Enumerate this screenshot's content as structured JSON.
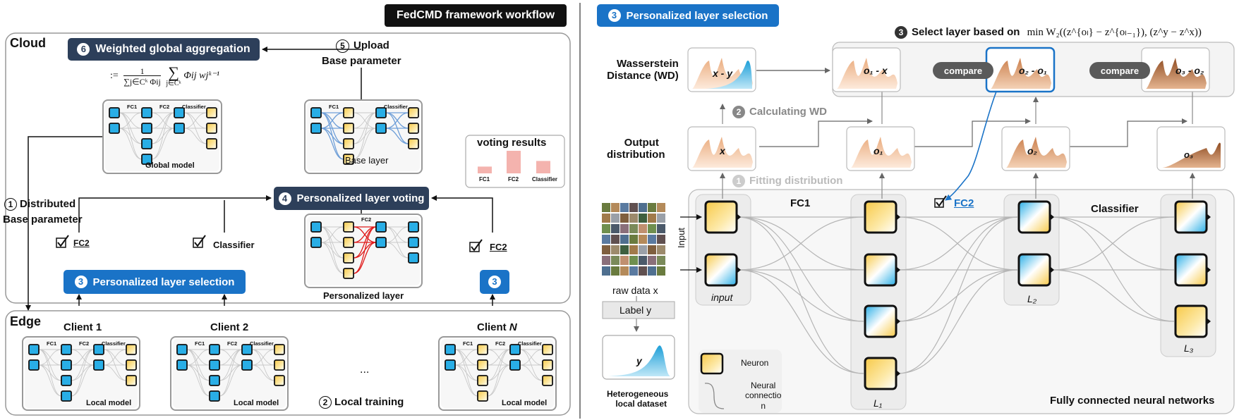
{
  "title": "FedCMD framework workflow",
  "left": {
    "cloud_label": "Cloud",
    "edge_label": "Edge",
    "step6": {
      "num": "6",
      "label": "Weighted global aggregation"
    },
    "step5": {
      "num": "5",
      "label_line1": "Upload",
      "label_line2": "Base parameter"
    },
    "step1": {
      "num": "1",
      "label_line1": "Distributed",
      "label_line2": "Base parameter"
    },
    "step4": {
      "num": "4",
      "label": "Personalized layer voting"
    },
    "step3": {
      "num": "3",
      "label": "Personalized layer selection"
    },
    "step3_small": {
      "num": "3"
    },
    "step2": {
      "num": "2",
      "label": "Local training"
    },
    "formula": {
      "prefix": ":=",
      "num": "1",
      "den": "∑j∈Cᵏ Φij",
      "sum": "∑",
      "sub": "j∈Cᵏ",
      "term": "Φij wjᵏ⁻¹"
    },
    "global_model": {
      "fc1": "FC1",
      "fc2": "FC2",
      "classifier": "Classifier",
      "caption": "Global model"
    },
    "base_layer": {
      "fc1": "FC1",
      "classifier": "Classifier",
      "caption": "Base layer"
    },
    "personalized_layer": {
      "fc2": "FC2",
      "caption": "Personalized layer"
    },
    "voting": {
      "title": "voting results",
      "bars": [
        {
          "label": "FC1",
          "value": 0.3
        },
        {
          "label": "FC2",
          "value": 1.0
        },
        {
          "label": "Classifier",
          "value": 0.55
        }
      ]
    },
    "checks": [
      {
        "text": "FC2"
      },
      {
        "text": "Classifier"
      },
      {
        "text": "FC2"
      }
    ],
    "clients": [
      {
        "name": "Client 1",
        "fc1": "FC1",
        "fc2": "FC2",
        "classifier": "Classifier",
        "caption": "Local model"
      },
      {
        "name": "Client 2",
        "fc1": "FC1",
        "fc2": "FC2",
        "classifier": "Classifier",
        "caption": "Local model"
      },
      {
        "name_prefix": "Client ",
        "name_italic": "N",
        "fc1": "FC1",
        "fc2": "FC2",
        "classifier": "Classifier",
        "caption": "Local model"
      }
    ],
    "ellipsis": "..."
  },
  "right": {
    "header": {
      "num": "3",
      "label": "Personalized layer selection"
    },
    "step3_select": {
      "num": "3",
      "label": "Select layer based on",
      "formula": "min W₂((z^{oₗ} − z^{oₗ₋₁}), (z^y − z^x))"
    },
    "wd_label_line1": "Wasserstein",
    "wd_label_line2": "Distance (WD)",
    "output_label_line1": "Output",
    "output_label_line2": "distribution",
    "step2": {
      "num": "2",
      "label": "Calculating WD"
    },
    "step1": {
      "num": "1",
      "label": "Fitting distribution"
    },
    "wd_cards": [
      "x - y",
      "o₁ - x",
      "o₂ - o₁",
      "o₃ - o₂"
    ],
    "compare": [
      "compare",
      "compare"
    ],
    "out_cards": [
      "x",
      "o₁",
      "o₂",
      "o₃"
    ],
    "fc1_label": "FC1",
    "fc2_check_label": "FC2",
    "classifier_label": "Classifier",
    "input_vertical": "Input",
    "raw_data": "raw data x",
    "label_y": "Label y",
    "y_card": "y",
    "hetero_line1": "Heterogeneous",
    "hetero_line2": "local dataset",
    "layer_captions": [
      "input",
      "L₁",
      "L₂",
      "L₃"
    ],
    "legend": {
      "neuron": "Neuron",
      "conn_line1": "Neural",
      "conn_line2": "connectio",
      "conn_line3": "n"
    },
    "fcnn_label": "Fully connected neural networks"
  },
  "colors": {
    "dark_box": "#2d3f5a",
    "blue_box": "#1a73c7",
    "neuron_blue": "#29aee6",
    "neuron_yellow": "#f7c948",
    "peach": "#f0bf9c",
    "brown": "#a6582c",
    "vote_bar": "#f2a6a0"
  }
}
